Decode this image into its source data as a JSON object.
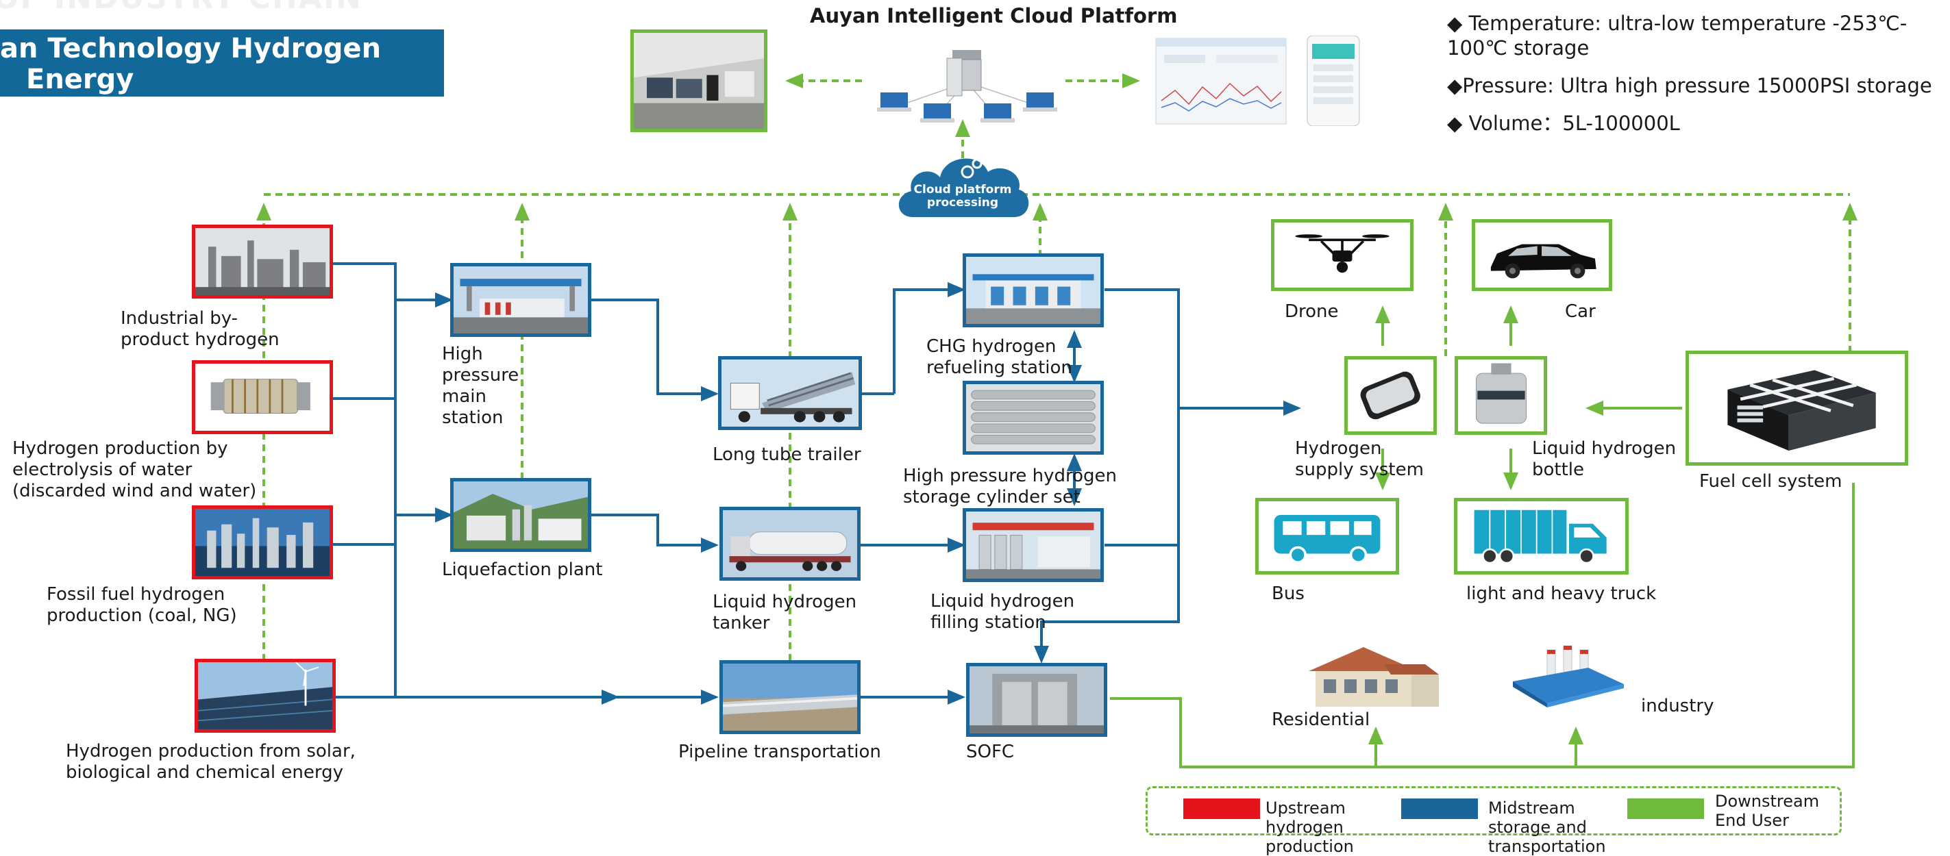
{
  "header": {
    "faded_heading": "OF INDUSTRY CHAIN",
    "title": "an Technology Hydrogen Energy\nustry Layout"
  },
  "cloud_platform": {
    "title": "Auyan Intelligent Cloud Platform",
    "processing_label": "Cloud platform\nprocessing"
  },
  "specs": {
    "temperature": "◆ Temperature: ultra-low temperature -253℃-\n100℃ storage",
    "pressure": "◆Pressure:  Ultra high pressure 15000PSI storage",
    "volume": "◆ Volume：5L-100000L"
  },
  "upstream": {
    "industrial": "Industrial by-\nproduct hydrogen",
    "electrolysis": "Hydrogen production by\nelectrolysis of water\n(discarded wind and water)",
    "fossil": "Fossil fuel hydrogen\nproduction (coal, NG)",
    "solar": "Hydrogen production from solar,\nbiological and chemical energy"
  },
  "midstream": {
    "high_pressure_main": "High\npressure\nmain\nstation",
    "liquefaction": "Liquefaction plant",
    "long_tube": "Long tube trailer",
    "liquid_tanker": "Liquid hydrogen\ntanker",
    "pipeline": "Pipeline transportation",
    "chg_station": "CHG hydrogen\nrefueling station",
    "cylinder_set": "High pressure hydrogen\nstorage cylinder set",
    "lh_filling": "Liquid hydrogen\nfilling station",
    "sofc": "SOFC"
  },
  "downstream": {
    "drone": "Drone",
    "car": "Car",
    "h2_supply": "Hydrogen\nsupply system",
    "lh_bottle": "Liquid hydrogen\nbottle",
    "fuel_cell": "Fuel cell system",
    "bus": "Bus",
    "truck": "light and heavy truck",
    "residential": "Residential",
    "industry": "industry"
  },
  "legend": {
    "upstream": {
      "label": "Upstream\nhydrogen\nproduction",
      "color": "#e5141c"
    },
    "midstream": {
      "label": "Midstream\nstorage and\ntransportation",
      "color": "#19679a"
    },
    "downstream": {
      "label": "Downstream\nEnd User",
      "color": "#6fba3c"
    }
  },
  "icons": {
    "industrial": "factory-photo-icon",
    "electrolysis": "electrolyzer-icon",
    "fossil": "refinery-towers-icon",
    "solar": "solar-wind-farm-icon",
    "high_pressure_main": "hydrogen-station-icon",
    "liquefaction": "liquefaction-plant-icon",
    "long_tube": "tube-trailer-truck-icon",
    "liquid_tanker": "tanker-truck-icon",
    "pipeline": "pipeline-icon",
    "chg_station": "refueling-station-icon",
    "cylinder_set": "cylinder-rack-icon",
    "lh_filling": "filling-station-icon",
    "sofc": "sofc-cabinet-icon",
    "drone": "drone-icon",
    "car": "car-icon",
    "h2_supply": "hydrogen-tank-icon",
    "lh_bottle": "cryogenic-bottle-icon",
    "fuel_cell": "fuel-cell-stack-icon",
    "bus": "bus-icon",
    "truck": "truck-icon",
    "residential": "house-icon",
    "industry": "factory-icon",
    "server": "server-network-icon",
    "control_room": "control-room-icon",
    "dashboard": "dashboard-screens-icon",
    "cloud": "cloud-gear-icon"
  },
  "colors": {
    "upstream": "#e5141c",
    "midstream": "#19679a",
    "downstream": "#6fba3c",
    "banner": "#13689a"
  }
}
